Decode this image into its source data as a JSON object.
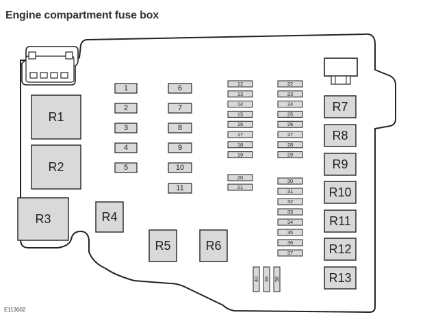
{
  "title": "Engine compartment fuse box",
  "diagram_code": "E113002",
  "relays": [
    "R1",
    "R2",
    "R3",
    "R4",
    "R5",
    "R6",
    "R7",
    "R8",
    "R9",
    "R10",
    "R11",
    "R12",
    "R13"
  ],
  "fuses_large": [
    "1",
    "2",
    "3",
    "4",
    "5",
    "6",
    "7",
    "8",
    "9",
    "10",
    "11"
  ],
  "fuses_mini": [
    "12",
    "13",
    "14",
    "15",
    "16",
    "17",
    "18",
    "19",
    "20",
    "21",
    "22",
    "23",
    "24",
    "25",
    "26",
    "27",
    "28",
    "29",
    "30",
    "31",
    "32",
    "33",
    "34",
    "35",
    "36",
    "37"
  ],
  "fuses_vertical": [
    "40",
    "39",
    "38"
  ],
  "colors": {
    "component_fill": "#d9d9d9",
    "outline": "#222222"
  },
  "icons": [
    "connector-icon",
    "fuse-puller-icon"
  ]
}
